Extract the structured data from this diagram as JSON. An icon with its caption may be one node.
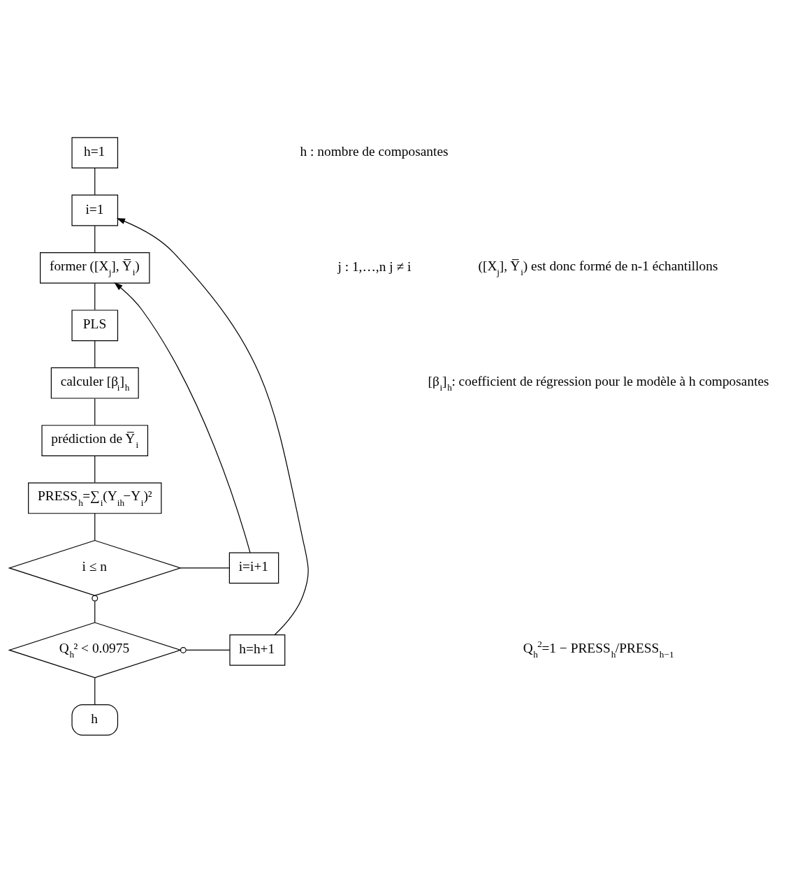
{
  "diagram": {
    "nodes": [
      {
        "text": [
          "h=1"
        ]
      },
      {
        "text": [
          "i=1"
        ]
      },
      {
        "text": [
          "former ([X$_{j}$], Y̅$_{i}$)"
        ]
      },
      {
        "text": [
          "PLS"
        ]
      },
      {
        "text": [
          "calculer [β$_{i}$]$_{h}$"
        ]
      },
      {
        "text": [
          "prédiction de Y̅$_{i}$"
        ]
      },
      {
        "text": [
          "PRESS$_{h}$=∑$_{i}$(Y$_{ih}$−Y$_{i}$)²"
        ]
      },
      {
        "text": [
          "i ≤ n"
        ]
      },
      {
        "text": [
          "i=i+1"
        ]
      },
      {
        "text": [
          "Q$_{h}$² < 0.0975"
        ]
      },
      {
        "text": [
          "h=h+1"
        ]
      },
      {
        "text": [
          "h"
        ]
      }
    ],
    "edges": [
      {
        "from": 0,
        "to": 1,
        "arrow": "none"
      },
      {
        "from": 1,
        "to": 2,
        "arrow": "none"
      },
      {
        "from": 2,
        "to": 3,
        "arrow": "none"
      },
      {
        "from": 3,
        "to": 4,
        "arrow": "none"
      },
      {
        "from": 4,
        "to": 5,
        "arrow": "none"
      },
      {
        "from": 5,
        "to": 6,
        "arrow": "none"
      },
      {
        "from": 6,
        "to": 7,
        "arrow": "none"
      },
      {
        "from": 7,
        "to": 8,
        "arrow": "none"
      },
      {
        "from": 8,
        "to": 2,
        "arrow": "to"
      },
      {
        "from": 7,
        "to": 9,
        "arrow": "other"
      },
      {
        "from": 9,
        "to": 10,
        "arrow": "other"
      },
      {
        "from": 10,
        "to": 1,
        "arrow": "to"
      },
      {
        "from": 9,
        "to": 11,
        "arrow": "none"
      }
    ],
    "labels": [
      "h : nombre de composantes",
      "j : 1,…,n j ≠ i",
      "([X$_{j}$], Y̅$_{i}$) est donc formé de n-1 échantillons",
      "[β$_{i}$]$_{h}$: coefficient de régression pour le modèle à h composantes",
      "Q$_{h}$$^{2}$=1 − PRESS$_{h}$/PRESS$_{h−1}$"
    ]
  }
}
